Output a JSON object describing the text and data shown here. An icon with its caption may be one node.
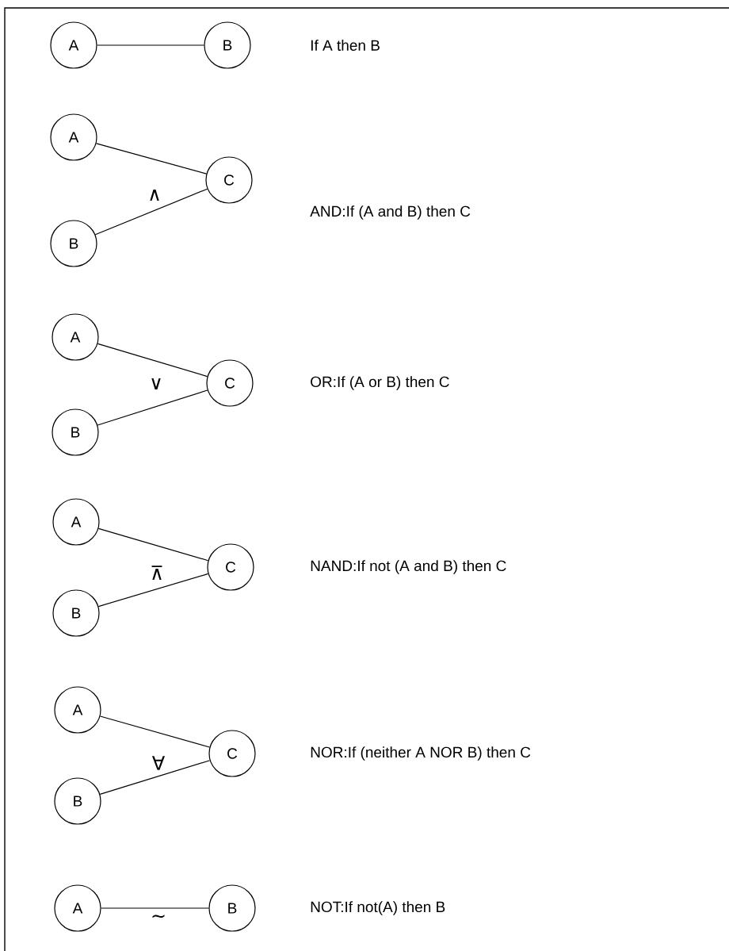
{
  "diagram": {
    "nodes": [
      {
        "text": [
          "A"
        ]
      },
      {
        "text": [
          "B"
        ]
      },
      {
        "text": [
          "A"
        ]
      },
      {
        "text": [
          "C"
        ]
      },
      {
        "text": [
          "B"
        ]
      },
      {
        "text": [
          "A"
        ]
      },
      {
        "text": [
          "C"
        ]
      },
      {
        "text": [
          "B"
        ]
      },
      {
        "text": [
          "A"
        ]
      },
      {
        "text": [
          "C"
        ]
      },
      {
        "text": [
          "B"
        ]
      },
      {
        "text": [
          "A"
        ]
      },
      {
        "text": [
          "C"
        ]
      },
      {
        "text": [
          "B"
        ]
      },
      {
        "text": [
          "A"
        ]
      },
      {
        "text": [
          "B"
        ]
      }
    ],
    "edges": [
      {
        "from": 0,
        "to": 1,
        "arrow": "none"
      },
      {
        "from": 2,
        "to": 3,
        "arrow": "none"
      },
      {
        "from": 4,
        "to": 3,
        "arrow": "none"
      },
      {
        "from": 5,
        "to": 6,
        "arrow": "none"
      },
      {
        "from": 7,
        "to": 6,
        "arrow": "none"
      },
      {
        "from": 8,
        "to": 9,
        "arrow": "none"
      },
      {
        "from": 10,
        "to": 9,
        "arrow": "none"
      },
      {
        "from": 11,
        "to": 12,
        "arrow": "none"
      },
      {
        "from": 13,
        "to": 12,
        "arrow": "none"
      },
      {
        "from": 14,
        "to": 15,
        "arrow": "none"
      }
    ],
    "labels": [
      "If A then B",
      "∧",
      "AND:If (A and B) then C",
      "∨",
      "OR:If (A or B) then C",
      "⊼",
      "NAND:If not (A and B) then C",
      "∀",
      "NOR:If (neither A NOR B) then C",
      "∼",
      "NOT:If not(A) then B"
    ]
  }
}
